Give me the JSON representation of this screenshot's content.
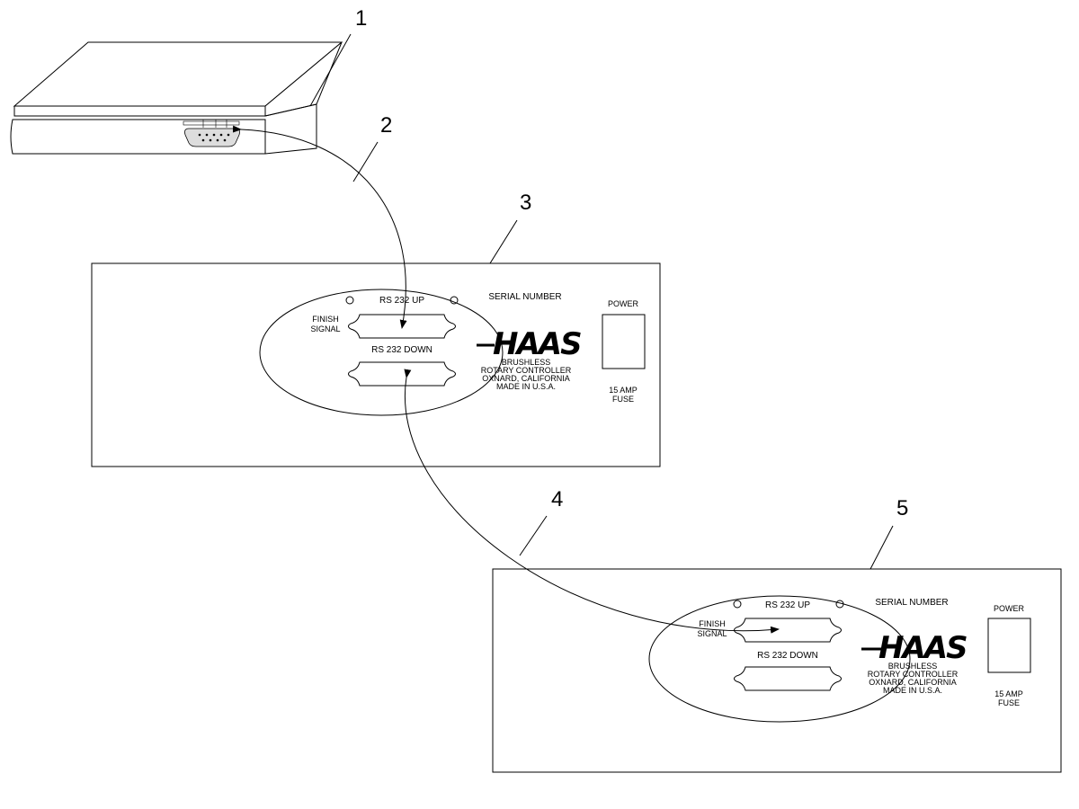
{
  "callouts": [
    "1",
    "2",
    "3",
    "4",
    "5"
  ],
  "controller_upper": {
    "rs232_up": "RS 232 UP",
    "rs232_down": "RS 232 DOWN",
    "finish_signal_line1": "FINISH",
    "finish_signal_line2": "SIGNAL",
    "serial_number": "SERIAL NUMBER",
    "brand": "HAAS",
    "info_line1": "BRUSHLESS",
    "info_line2": "ROTARY CONTROLLER",
    "info_line3": "OXNARD, CALIFORNIA",
    "info_line4": "MADE IN U.S.A.",
    "power": "POWER",
    "fuse_line1": "15 AMP",
    "fuse_line2": "FUSE"
  },
  "controller_lower": {
    "rs232_up": "RS 232 UP",
    "rs232_down": "RS 232 DOWN",
    "finish_signal_line1": "FINISH",
    "finish_signal_line2": "SIGNAL",
    "serial_number": "SERIAL NUMBER",
    "brand": "HAAS",
    "info_line1": "BRUSHLESS",
    "info_line2": "ROTARY CONTROLLER",
    "info_line3": "OXNARD, CALIFORNIA",
    "info_line4": "MADE IN U.S.A.",
    "power": "POWER",
    "fuse_line1": "15 AMP",
    "fuse_line2": "FUSE"
  }
}
